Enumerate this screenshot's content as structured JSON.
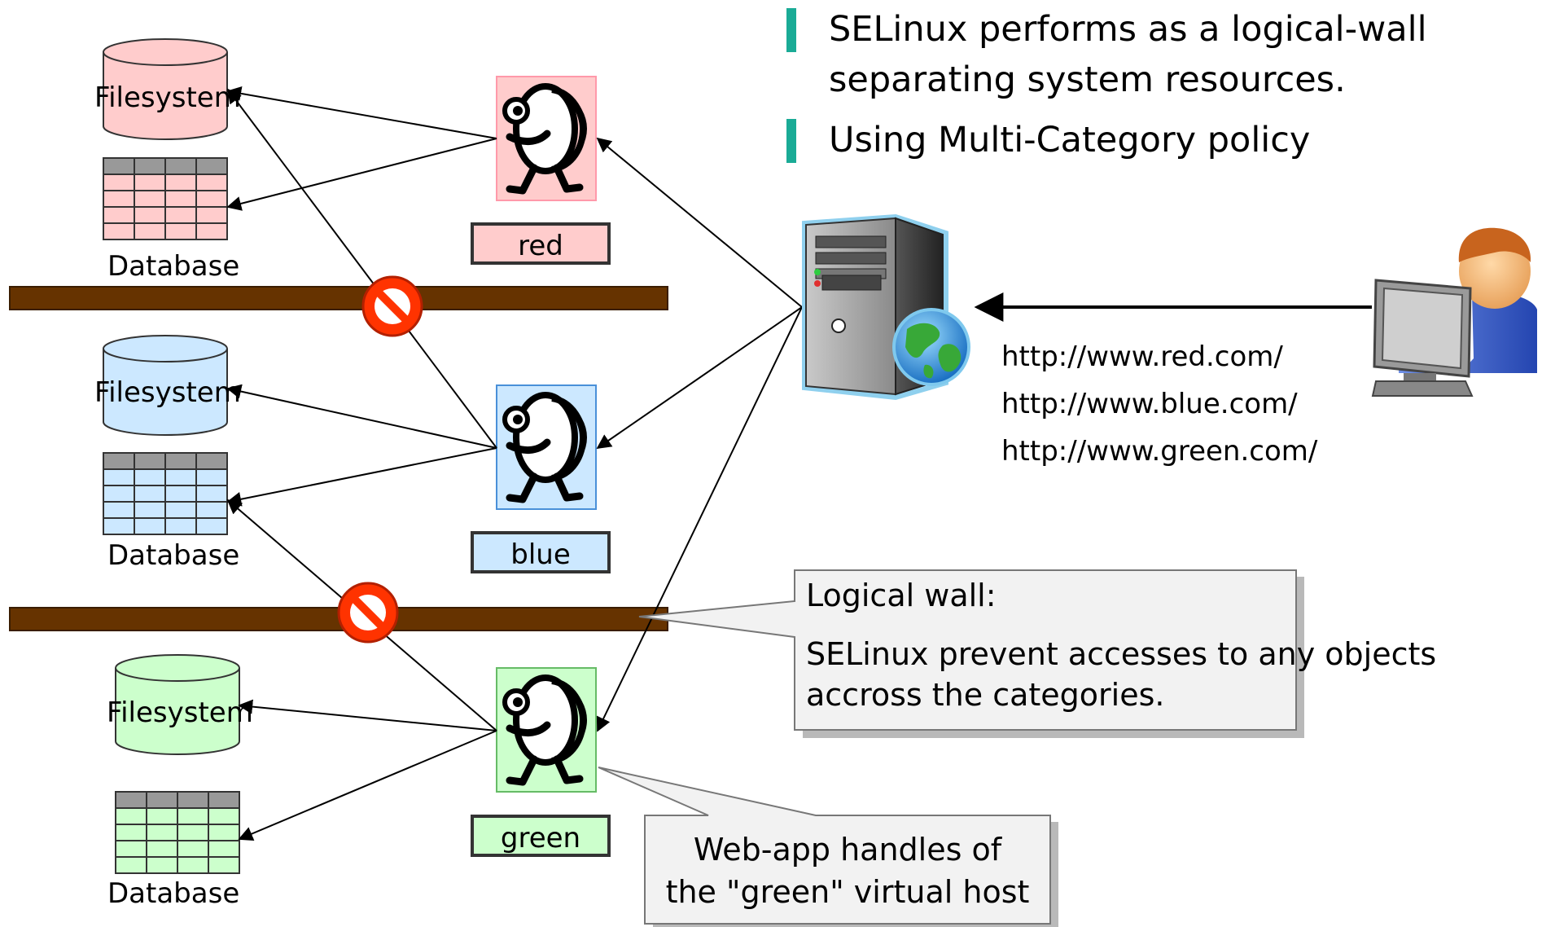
{
  "bullets": [
    {
      "line1": "SELinux performs as a logical-wall",
      "line2": "separating system resources."
    },
    {
      "line1": "Using Multi-Category policy"
    }
  ],
  "categories": [
    {
      "name": "red",
      "fill": "#ffcccc",
      "stroke": "#ff9999",
      "fs_label": "Filesystem",
      "db_label": "Database"
    },
    {
      "name": "blue",
      "fill": "#cce8ff",
      "stroke": "#4a90d9",
      "fs_label": "Filesystem",
      "db_label": "Database"
    },
    {
      "name": "green",
      "fill": "#ccffcc",
      "stroke": "#66bb66",
      "fs_label": "Filesystem",
      "db_label": "Database"
    }
  ],
  "urls": [
    "http://www.red.com/",
    "http://www.blue.com/",
    "http://www.green.com/"
  ],
  "callouts": {
    "wall_title": "Logical wall:",
    "wall_body_1": "SELinux prevent accesses to any objects",
    "wall_body_2": "accross the categories.",
    "webapp_1": "Web-app handles of",
    "webapp_2": "the \"green\" virtual host"
  },
  "colors": {
    "wall": "#663300",
    "accent": "#1aab96",
    "forbidden": "#ff3300"
  },
  "icons": [
    "server-icon",
    "globe-icon",
    "user-at-computer-icon",
    "no-entry-icon",
    "process-character-icon"
  ]
}
